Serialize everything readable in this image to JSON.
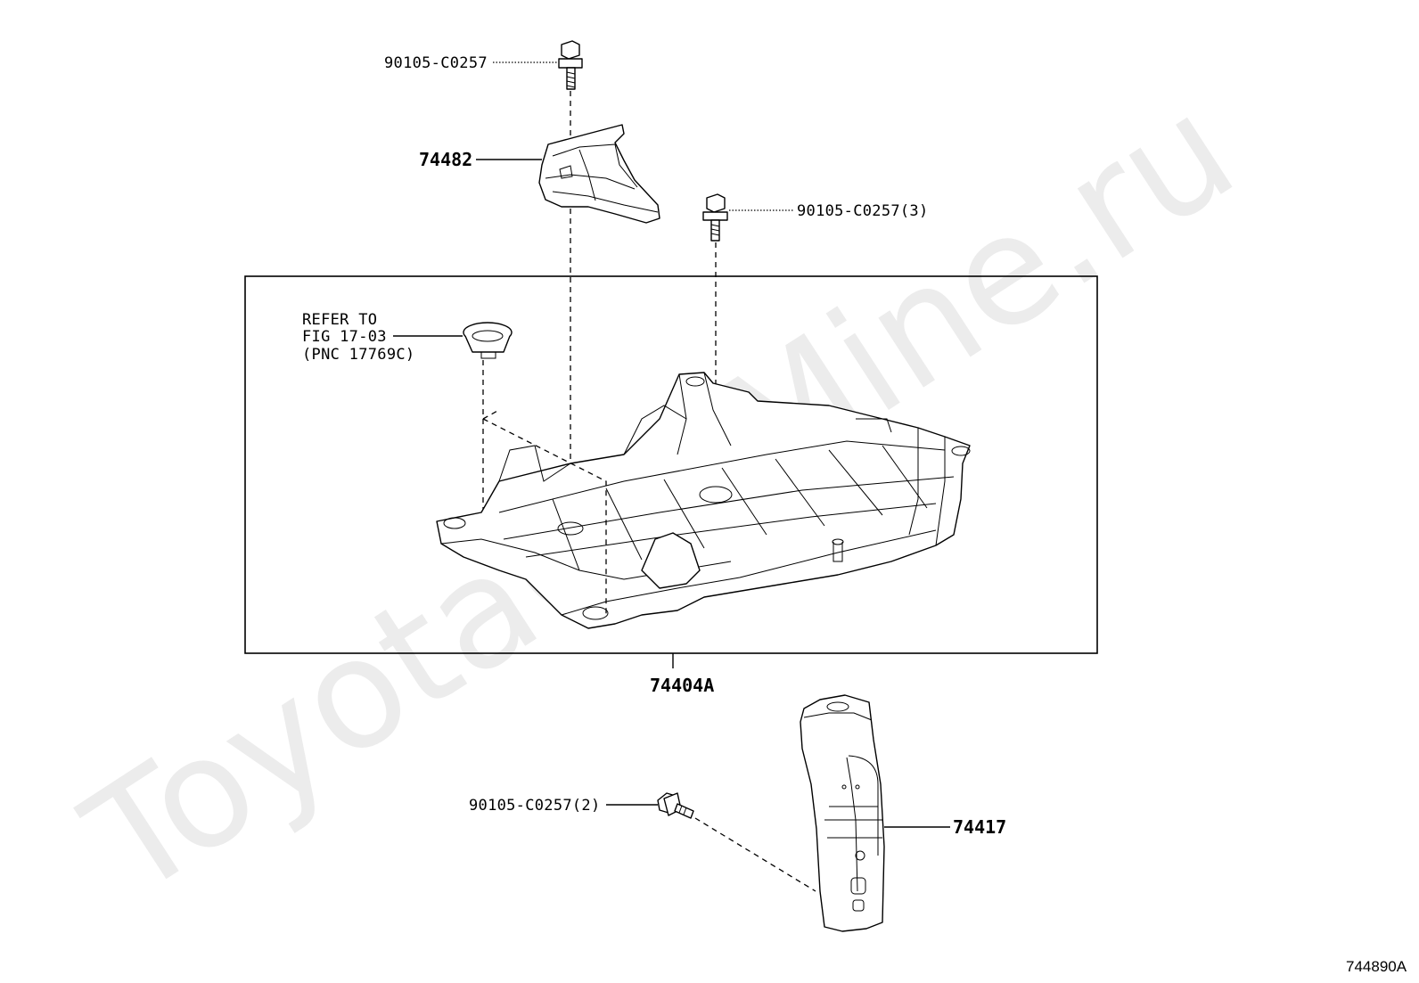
{
  "watermark": "ToyotaCarMine.ru",
  "diagram_id": "744890A",
  "callouts": {
    "bolt_top": "90105-C0257",
    "bracket_top": "74482",
    "bolt_right": "90105-C0257(3)",
    "refer_line1": "REFER TO",
    "refer_line2": "FIG 17-03",
    "refer_line3": "(PNC 17769C)",
    "tray_assembly": "74404A",
    "bolt_bottom": "90105-C0257(2)",
    "bracket_bottom": "74417"
  }
}
